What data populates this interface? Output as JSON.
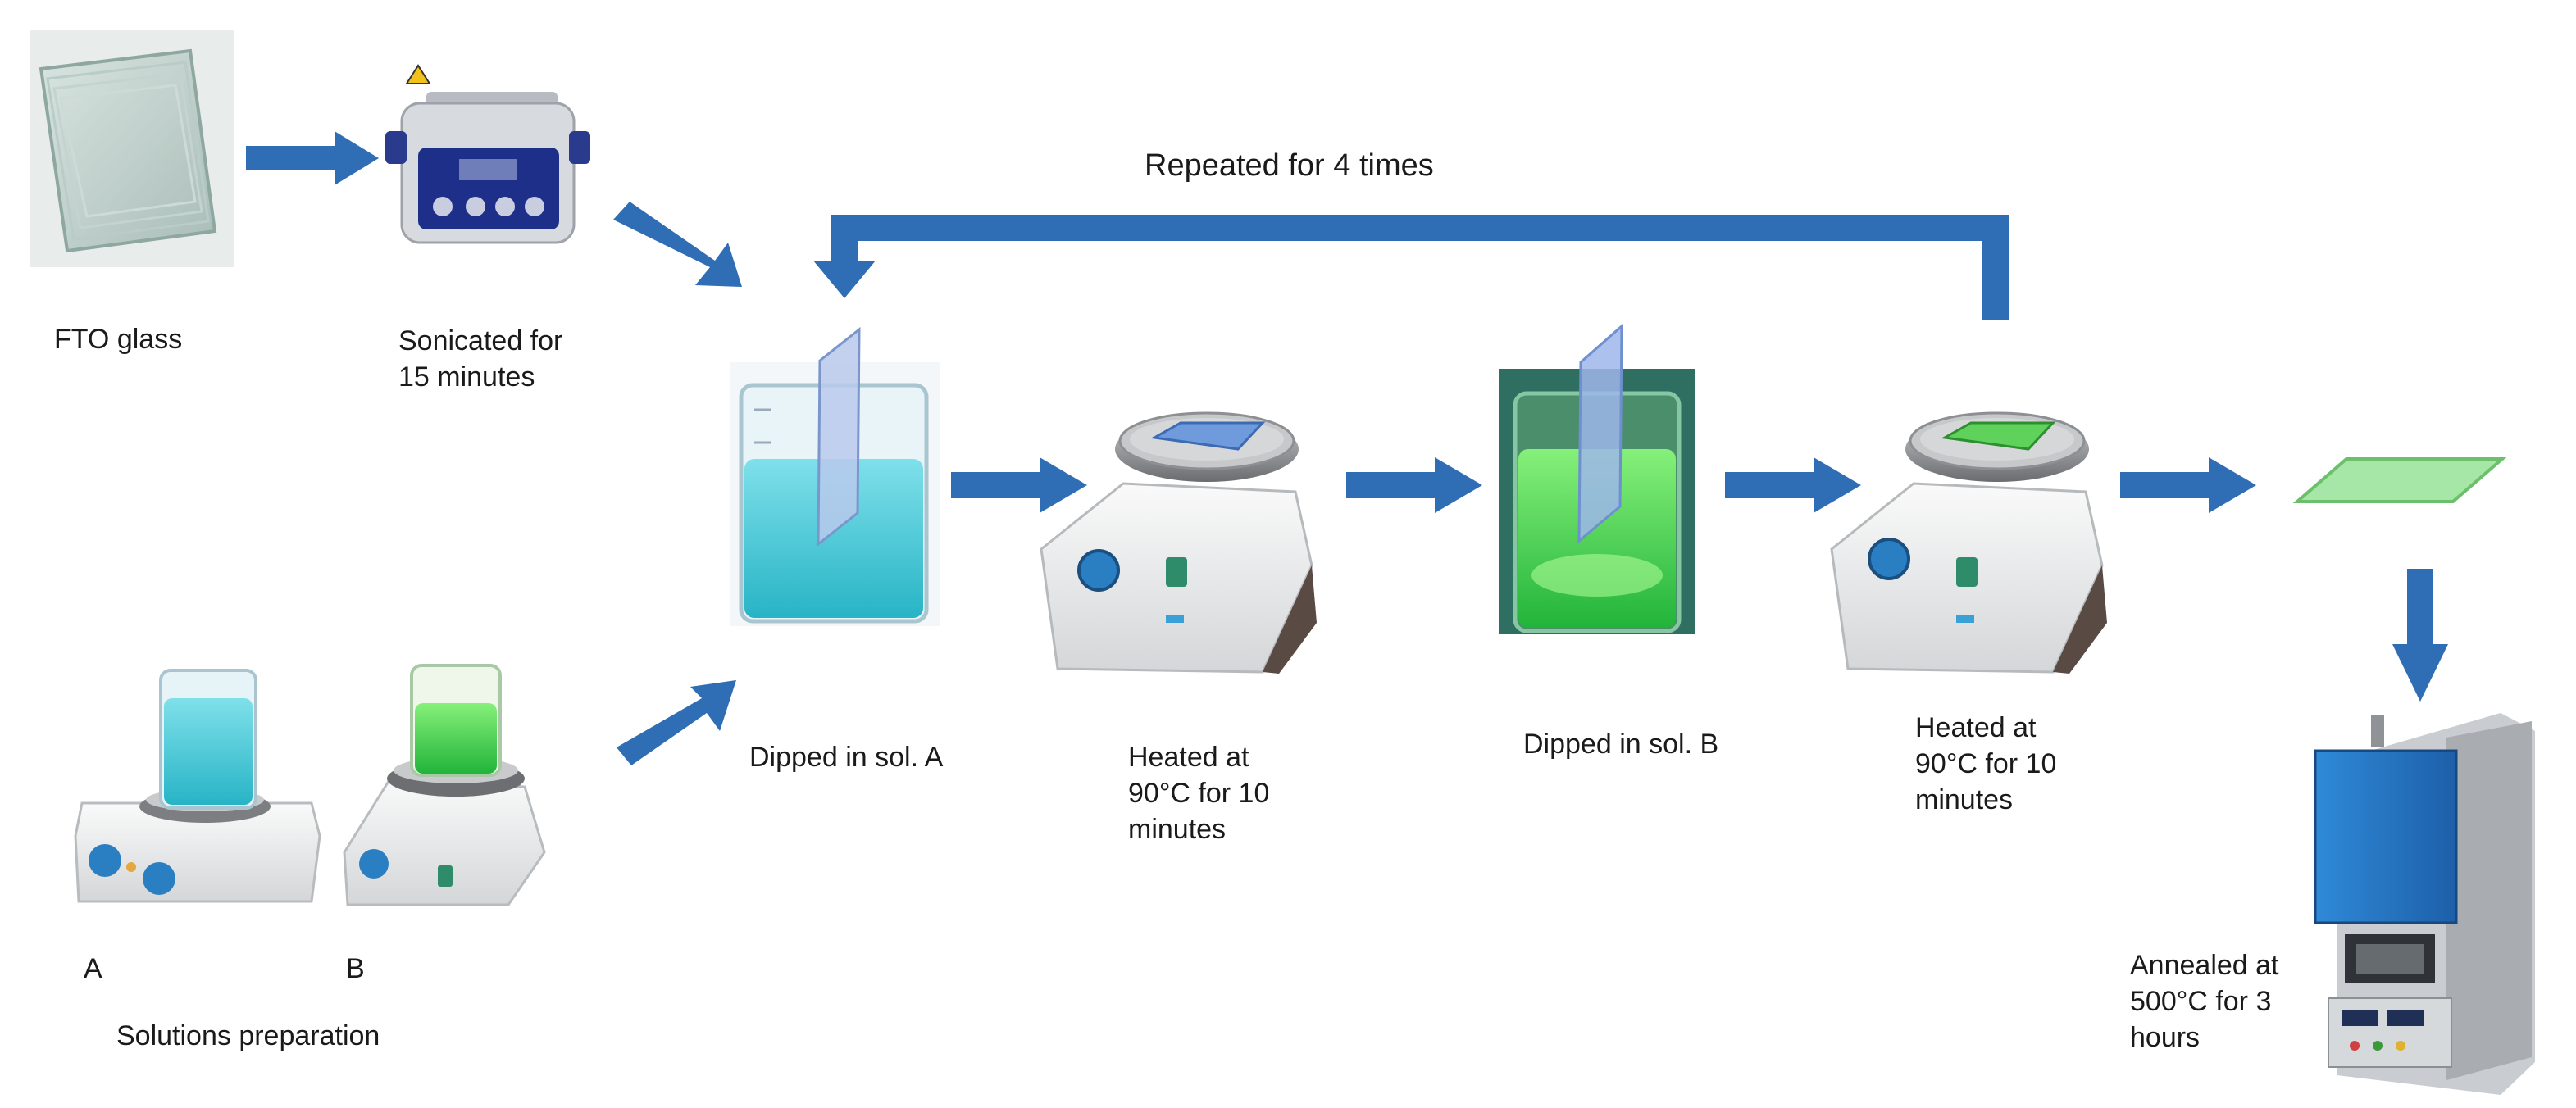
{
  "labels": {
    "fto_glass": "FTO glass",
    "sonicated": "Sonicated for\n15 minutes",
    "repeated": "Repeated for 4 times",
    "dipped_a": "Dipped in sol. A",
    "heated_1": "Heated at\n90°C for 10\nminutes",
    "dipped_b": "Dipped in sol. B",
    "heated_2": "Heated at\n90°C for 10\nminutes",
    "annealed": "Annealed at\n500°C for 3\nhours",
    "sol_a": "A",
    "sol_b": "B",
    "solutions": "Solutions  preparation"
  },
  "icons": [
    "fto-glass-stack-icon",
    "ultrasonic-bath-icon",
    "beaker-solution-a-icon",
    "hotplate-stirrer-icon",
    "beaker-solution-b-icon",
    "coated-film-icon",
    "muffle-furnace-icon"
  ],
  "colors": {
    "arrow": "#2f6db5",
    "solution_a": "#3cc7d6",
    "solution_b": "#3ad24a",
    "coated_film": "#a6e6a6",
    "glass_slide": "#9bb6de"
  }
}
